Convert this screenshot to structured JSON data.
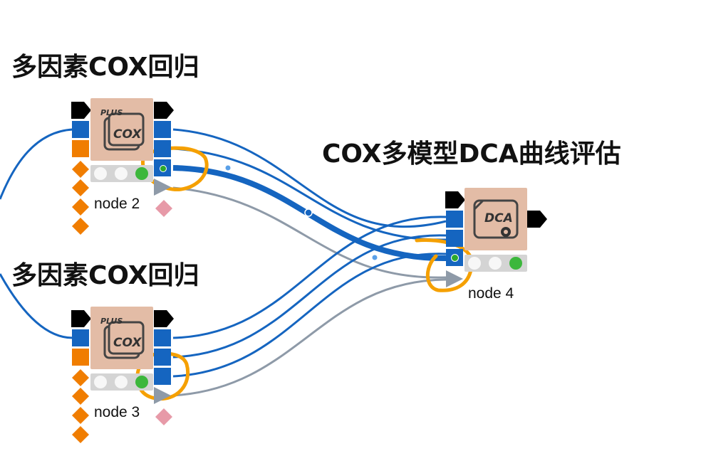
{
  "nodes": [
    {
      "id": "node2",
      "title": "多因素COX回归",
      "label": "node 2",
      "icon_text": "COX",
      "icon_plus": "PLUS"
    },
    {
      "id": "node3",
      "title": "多因素COX回归",
      "label": "node 3",
      "icon_text": "COX",
      "icon_plus": "PLUS"
    },
    {
      "id": "node4",
      "title": "COX多模型DCA曲线评估",
      "label": "node 4",
      "icon_text": "DCA"
    }
  ],
  "colors": {
    "connection_blue": "#1565c0",
    "connection_gray": "#8e9aa8",
    "port_orange": "#f07d00",
    "port_black": "#000000",
    "icon_bg": "#e3bca6",
    "status_green": "#3cb73c",
    "annotation_orange": "#f5a000",
    "diamond_pink": "#e79aa8"
  }
}
